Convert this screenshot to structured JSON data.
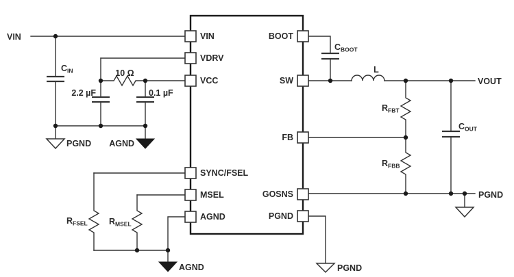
{
  "background": "#ffffff",
  "line_color": "#333333",
  "ic": {
    "pins_left": [
      {
        "label": "VIN"
      },
      {
        "label": "VDRV"
      },
      {
        "label": "VCC"
      },
      {
        "label": "SYNC/FSEL"
      },
      {
        "label": "MSEL"
      },
      {
        "label": "AGND"
      }
    ],
    "pins_right": [
      {
        "label": "BOOT"
      },
      {
        "label": "SW"
      },
      {
        "label": "FB"
      },
      {
        "label": "GOSNS"
      },
      {
        "label": "PGND"
      }
    ]
  },
  "nets": {
    "vin": "VIN",
    "vout": "VOUT",
    "pgnd_input": "PGND",
    "agnd_input": "AGND",
    "agnd_bottom": "AGND",
    "pgnd_output": "PGND",
    "pgnd_bottom": "PGND"
  },
  "components": {
    "cin": {
      "prefix": "C",
      "sub": "IN"
    },
    "r_filter": {
      "value": "10 Ω"
    },
    "c_vdrv": {
      "value": "2.2 µF"
    },
    "c_vcc": {
      "value": "0.1 µF"
    },
    "cboot": {
      "prefix": "C",
      "sub": "BOOT"
    },
    "inductor": {
      "value": "L"
    },
    "rfbt": {
      "prefix": "R",
      "sub": "FBT"
    },
    "rfbb": {
      "prefix": "R",
      "sub": "FBB"
    },
    "cout": {
      "prefix": "C",
      "sub": "OUT"
    },
    "rfsel": {
      "prefix": "R",
      "sub": "FSEL"
    },
    "rmsel": {
      "prefix": "R",
      "sub": "MSEL"
    }
  }
}
